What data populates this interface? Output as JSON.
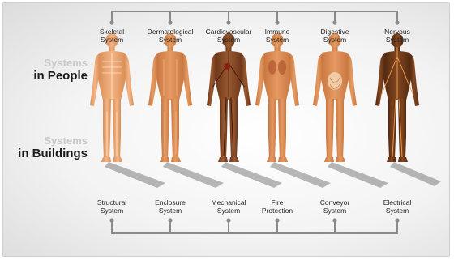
{
  "side_headings": {
    "people_faded": "Systems",
    "people_strong": "in People",
    "buildings_faded": "Systems",
    "buildings_strong": "in Buildings"
  },
  "human_systems": [
    {
      "line1": "Skeletal",
      "line2": "System"
    },
    {
      "line1": "Dermatological",
      "line2": "System"
    },
    {
      "line1": "Cardiovascular",
      "line2": "System"
    },
    {
      "line1": "Immune",
      "line2": "System"
    },
    {
      "line1": "Digestive",
      "line2": "System"
    },
    {
      "line1": "Nervous",
      "line2": "System"
    }
  ],
  "building_systems": [
    {
      "line1": "Structural",
      "line2": "System"
    },
    {
      "line1": "Enclosure",
      "line2": "System"
    },
    {
      "line1": "Mechanical",
      "line2": "System"
    },
    {
      "line1": "Fire",
      "line2": "Protection"
    },
    {
      "line1": "Conveyor",
      "line2": "System"
    },
    {
      "line1": "Electrical",
      "line2": "System"
    }
  ],
  "colors": {
    "connector": "#8a8a8a",
    "figure_light": "#e9a46f",
    "figure_mid": "#d9894f",
    "figure_dark": "#8a4a26",
    "figure_darkest": "#6e3a1c"
  }
}
